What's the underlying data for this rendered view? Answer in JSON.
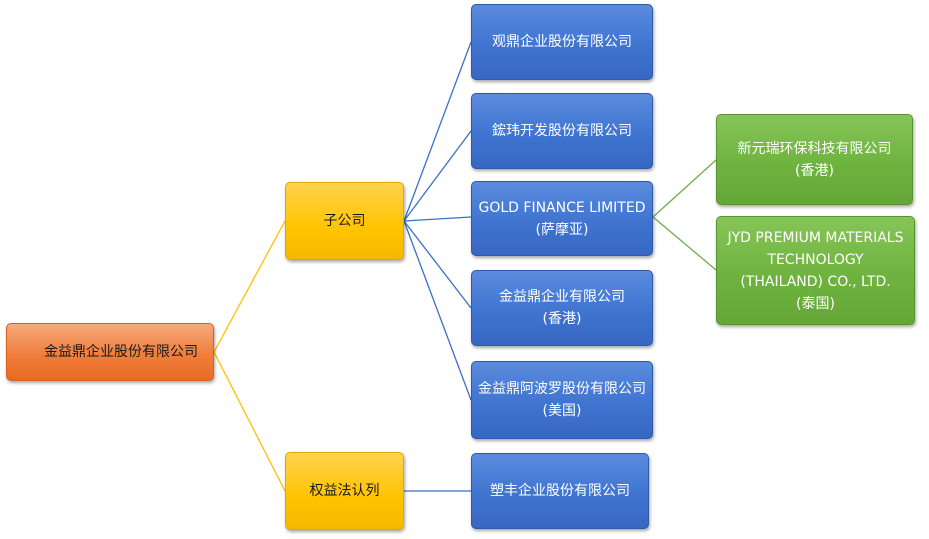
{
  "root": {
    "label": "金益鼎企业股份有限公司"
  },
  "categories": [
    {
      "label": "子公司"
    },
    {
      "label": "权益法认列"
    }
  ],
  "subsidiaries": [
    {
      "line1": "观鼎企业股份有限公司",
      "line2": ""
    },
    {
      "line1": "鋐玮开发股份有限公司",
      "line2": ""
    },
    {
      "line1": "GOLD FINANCE LIMITED",
      "line2": "(萨摩亚)"
    },
    {
      "line1": "金益鼎企业有限公司",
      "line2": "(香港)"
    },
    {
      "line1": "金益鼎阿波罗股份有限公司",
      "line2": "(美国)"
    }
  ],
  "equity_method": [
    {
      "line1": "塑丰企业股份有限公司",
      "line2": ""
    }
  ],
  "grand_subsidiaries": [
    {
      "lines": [
        "新元瑞环保科技有限公司",
        "(香港)"
      ]
    },
    {
      "lines": [
        "JYD PREMIUM MATERIALS",
        "TECHNOLOGY",
        "(THAILAND) CO., LTD.",
        "(泰国)"
      ]
    }
  ],
  "colors": {
    "root": "#f07e3c",
    "category": "#ffc400",
    "company": "#3f74d1",
    "grand_company": "#6fb33f",
    "line_root": "#ffc000",
    "line_company": "#3b6fc6",
    "line_grand": "#70ad47"
  }
}
